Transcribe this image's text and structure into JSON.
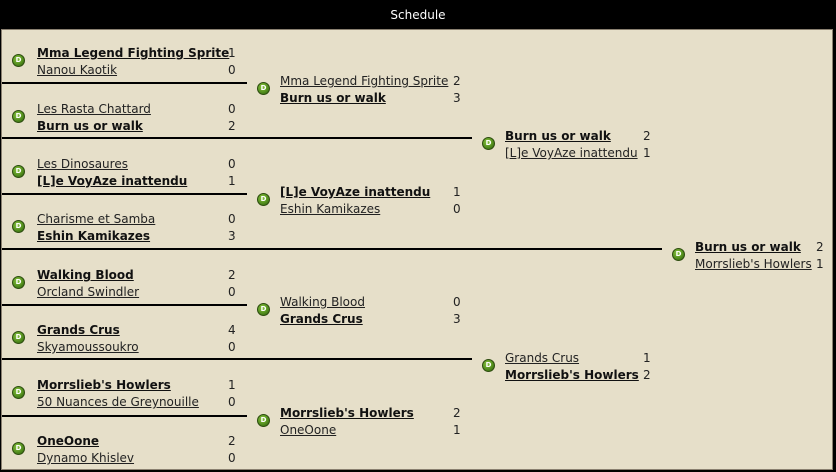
{
  "title": "Schedule",
  "badge_glyph": "D",
  "round1": [
    {
      "teams": [
        {
          "name": "Mma Legend Fighting Sprite",
          "score": "1",
          "win": true
        },
        {
          "name": "Nanou Kaotik",
          "score": "0",
          "win": false
        }
      ]
    },
    {
      "teams": [
        {
          "name": "Les Rasta Chattard",
          "score": "0",
          "win": false
        },
        {
          "name": "Burn us or walk",
          "score": "2",
          "win": true
        }
      ]
    },
    {
      "teams": [
        {
          "name": "Les Dinosaures",
          "score": "0",
          "win": false
        },
        {
          "name": "[L]e VoyAze inattendu",
          "score": "1",
          "win": true
        }
      ]
    },
    {
      "teams": [
        {
          "name": "Charisme et Samba",
          "score": "0",
          "win": false
        },
        {
          "name": "Eshin Kamikazes",
          "score": "3",
          "win": true
        }
      ]
    },
    {
      "teams": [
        {
          "name": "Walking Blood",
          "score": "2",
          "win": true
        },
        {
          "name": "Orcland Swindler",
          "score": "0",
          "win": false
        }
      ]
    },
    {
      "teams": [
        {
          "name": "Grands Crus",
          "score": "4",
          "win": true
        },
        {
          "name": "Skyamoussoukro",
          "score": "0",
          "win": false
        }
      ]
    },
    {
      "teams": [
        {
          "name": "Morrslieb's Howlers",
          "score": "1",
          "win": true
        },
        {
          "name": "50 Nuances de Greynouille",
          "score": "0",
          "win": false
        }
      ]
    },
    {
      "teams": [
        {
          "name": "OneOone",
          "score": "2",
          "win": true
        },
        {
          "name": "Dynamo Khislev",
          "score": "0",
          "win": false
        }
      ]
    }
  ],
  "round2": [
    {
      "teams": [
        {
          "name": "Mma Legend Fighting Sprite",
          "score": "2",
          "win": false
        },
        {
          "name": "Burn us or walk",
          "score": "3",
          "win": true
        }
      ]
    },
    {
      "teams": [
        {
          "name": "[L]e VoyAze inattendu",
          "score": "1",
          "win": true
        },
        {
          "name": "Eshin Kamikazes",
          "score": "0",
          "win": false
        }
      ]
    },
    {
      "teams": [
        {
          "name": "Walking Blood",
          "score": "0",
          "win": false
        },
        {
          "name": "Grands Crus",
          "score": "3",
          "win": true
        }
      ]
    },
    {
      "teams": [
        {
          "name": "Morrslieb's Howlers",
          "score": "2",
          "win": true
        },
        {
          "name": "OneOone",
          "score": "1",
          "win": false
        }
      ]
    }
  ],
  "round3": [
    {
      "teams": [
        {
          "name": "Burn us or walk",
          "score": "2",
          "win": true
        },
        {
          "name": "[L]e VoyAze inattendu",
          "score": "1",
          "win": false
        }
      ]
    },
    {
      "teams": [
        {
          "name": "Grands Crus",
          "score": "1",
          "win": false
        },
        {
          "name": "Morrslieb's Howlers",
          "score": "2",
          "win": true
        }
      ]
    }
  ],
  "final": [
    {
      "teams": [
        {
          "name": "Burn us or walk",
          "score": "2",
          "win": true
        },
        {
          "name": "Morrslieb's Howlers",
          "score": "1",
          "win": false
        }
      ]
    }
  ]
}
